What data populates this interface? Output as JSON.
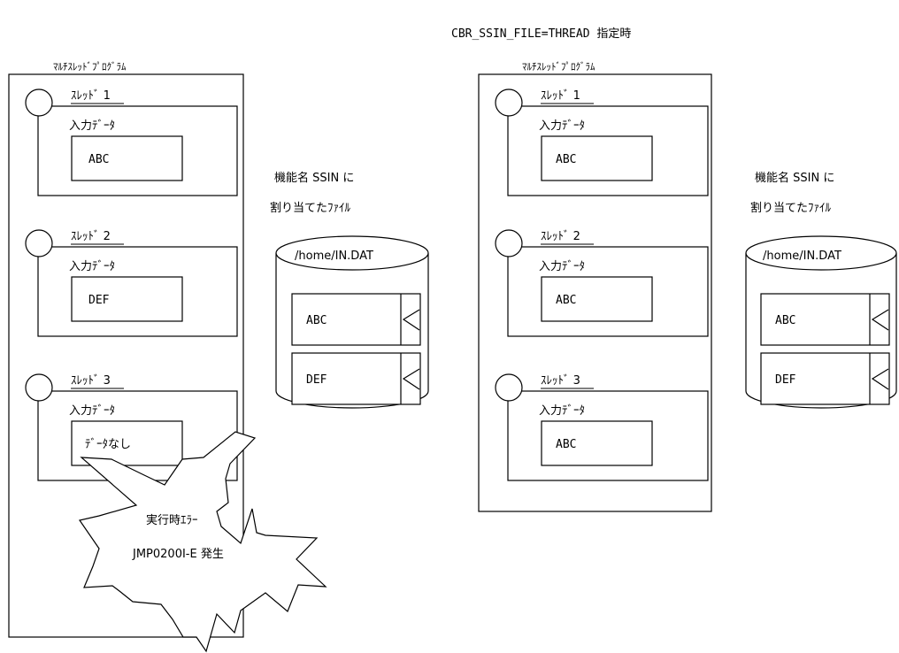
{
  "header": {
    "condition": "CBR_SSIN_FILE=THREAD 指定時"
  },
  "left": {
    "program_label": "ﾏﾙﾁｽﾚｯﾄﾞﾌﾟﾛｸﾞﾗﾑ",
    "threads": [
      {
        "name": "ｽﾚｯﾄﾞ 1",
        "input_label": "入力ﾃﾞｰﾀ",
        "value": "ABC"
      },
      {
        "name": "ｽﾚｯﾄﾞ 2",
        "input_label": "入力ﾃﾞｰﾀ",
        "value": "DEF"
      },
      {
        "name": "ｽﾚｯﾄﾞ 3",
        "input_label": "入力ﾃﾞｰﾀ",
        "value": "ﾃﾞｰﾀなし"
      }
    ],
    "file_caption_line1": "機能名 SSIN に",
    "file_caption_line2": "割り当てたﾌｧｲﾙ",
    "file_name": "/home/IN.DAT",
    "records": [
      "ABC",
      "DEF"
    ],
    "error_line1": "実行時ｴﾗｰ",
    "error_line2": "JMP0200I-E 発生"
  },
  "right": {
    "program_label": "ﾏﾙﾁｽﾚｯﾄﾞﾌﾟﾛｸﾞﾗﾑ",
    "threads": [
      {
        "name": "ｽﾚｯﾄﾞ 1",
        "input_label": "入力ﾃﾞｰﾀ",
        "value": "ABC"
      },
      {
        "name": "ｽﾚｯﾄﾞ 2",
        "input_label": "入力ﾃﾞｰﾀ",
        "value": "ABC"
      },
      {
        "name": "ｽﾚｯﾄﾞ 3",
        "input_label": "入力ﾃﾞｰﾀ",
        "value": "ABC"
      }
    ],
    "file_caption_line1": "機能名 SSIN に",
    "file_caption_line2": "割り当てたﾌｧｲﾙ",
    "file_name": "/home/IN.DAT",
    "records": [
      "ABC",
      "DEF"
    ]
  }
}
